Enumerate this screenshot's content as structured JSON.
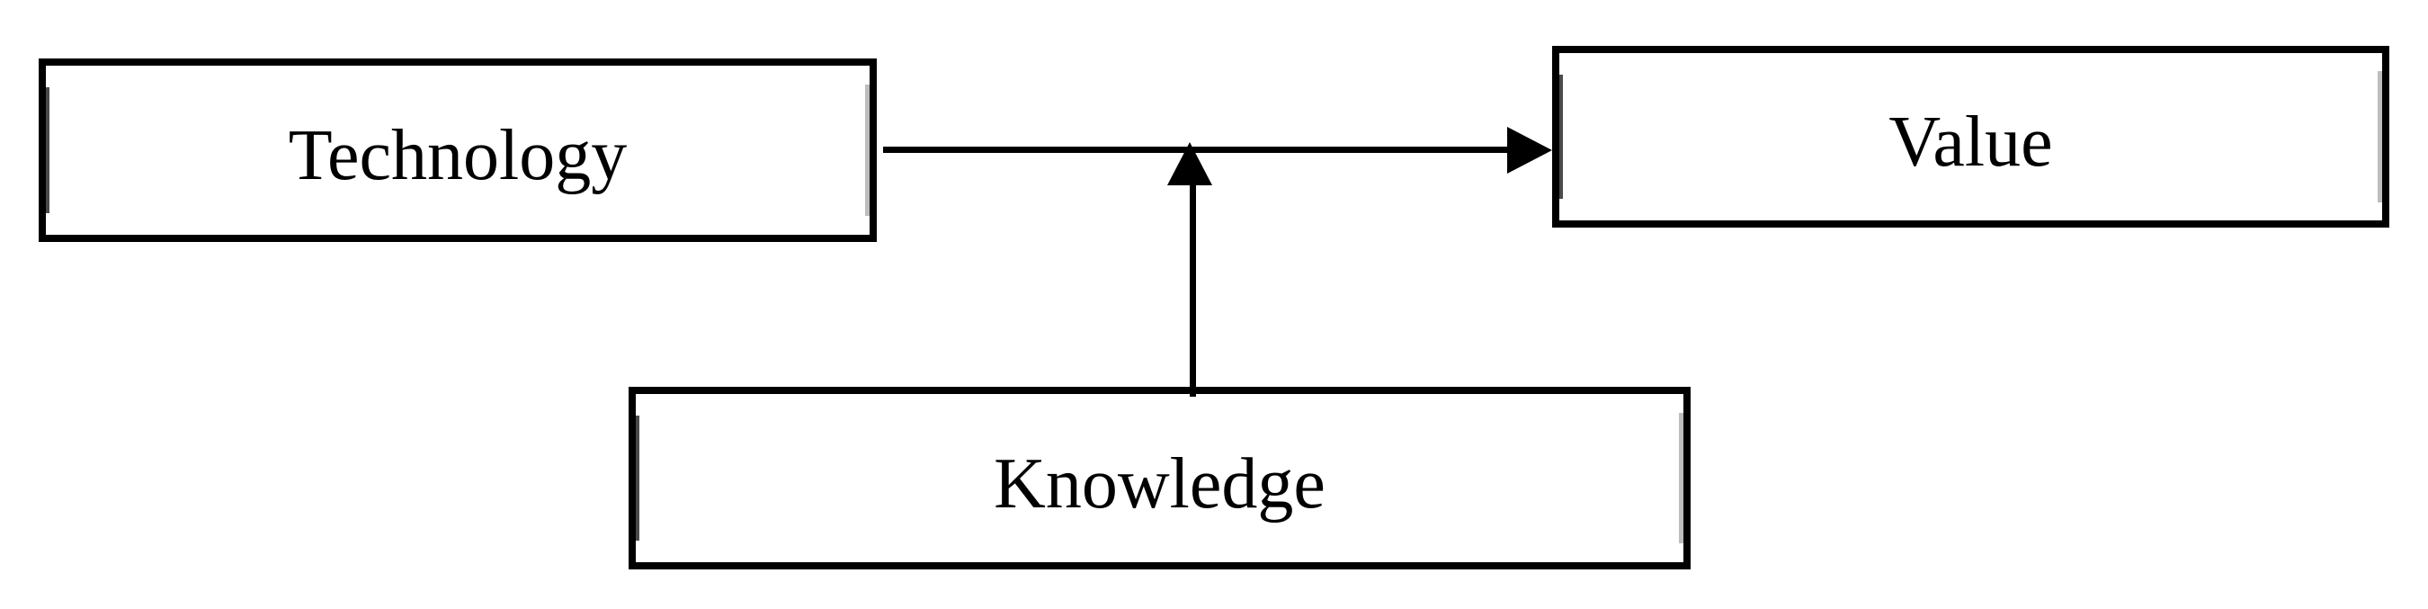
{
  "diagram": {
    "type": "moderation-diagram",
    "background_color": "#ffffff",
    "stroke_color": "#000000",
    "nodes": [
      {
        "id": "technology",
        "label": "Technology",
        "position": "top-left"
      },
      {
        "id": "value",
        "label": "Value",
        "position": "top-right"
      },
      {
        "id": "knowledge",
        "label": "Knowledge",
        "position": "bottom-center"
      }
    ],
    "edges": [
      {
        "from": "technology",
        "to": "value",
        "style": "solid",
        "arrowhead": "filled-triangle-right"
      },
      {
        "from": "knowledge",
        "to": "edge-technology-value",
        "style": "solid",
        "arrowhead": "filled-triangle-up",
        "meaning": "moderates the technology-to-value relationship"
      }
    ]
  }
}
